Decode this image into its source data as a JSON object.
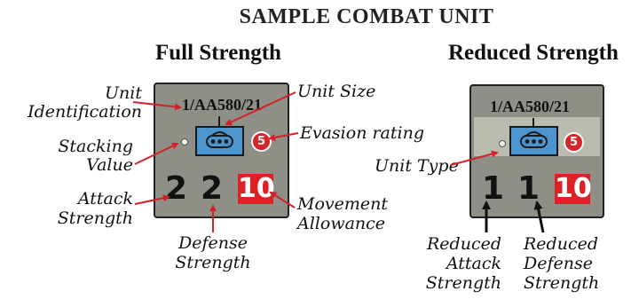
{
  "title": "SAMPLE COMBAT UNIT",
  "full": {
    "heading": "Full Strength",
    "unit_id": "1/AA580/21",
    "evasion": "5",
    "attack": "2",
    "defense": "2",
    "movement": "10"
  },
  "reduced": {
    "heading": "Reduced Strength",
    "unit_id": "1/AA580/21",
    "evasion": "5",
    "attack": "1",
    "defense": "1",
    "movement": "10"
  },
  "labels": {
    "unit_identification_1": "Unit",
    "unit_identification_2": "Identification",
    "stacking_value_1": "Stacking",
    "stacking_value_2": "Value",
    "attack_strength_1": "Attack",
    "attack_strength_2": "Strength",
    "unit_size": "Unit Size",
    "evasion_rating": "Evasion rating",
    "movement_allowance_1": "Movement",
    "movement_allowance_2": "Allowance",
    "defense_strength_1": "Defense",
    "defense_strength_2": "Strength",
    "unit_type": "Unit Type",
    "reduced_attack_1": "Reduced",
    "reduced_attack_2": "Attack",
    "reduced_attack_3": "Strength",
    "reduced_defense_1": "Reduced",
    "reduced_defense_2": "Defense",
    "reduced_defense_3": "Strength"
  },
  "colors": {
    "counter_bg": "#8e8f86",
    "band_bg": "#babcaf",
    "symbol_blue": "#4d95cf",
    "accent_red": "#d8242b",
    "arrow_red": "#d42027"
  },
  "icons": {
    "unit_symbol": "anti-aircraft-tracked-unit-icon",
    "stacking": "stacking-dot-icon"
  }
}
